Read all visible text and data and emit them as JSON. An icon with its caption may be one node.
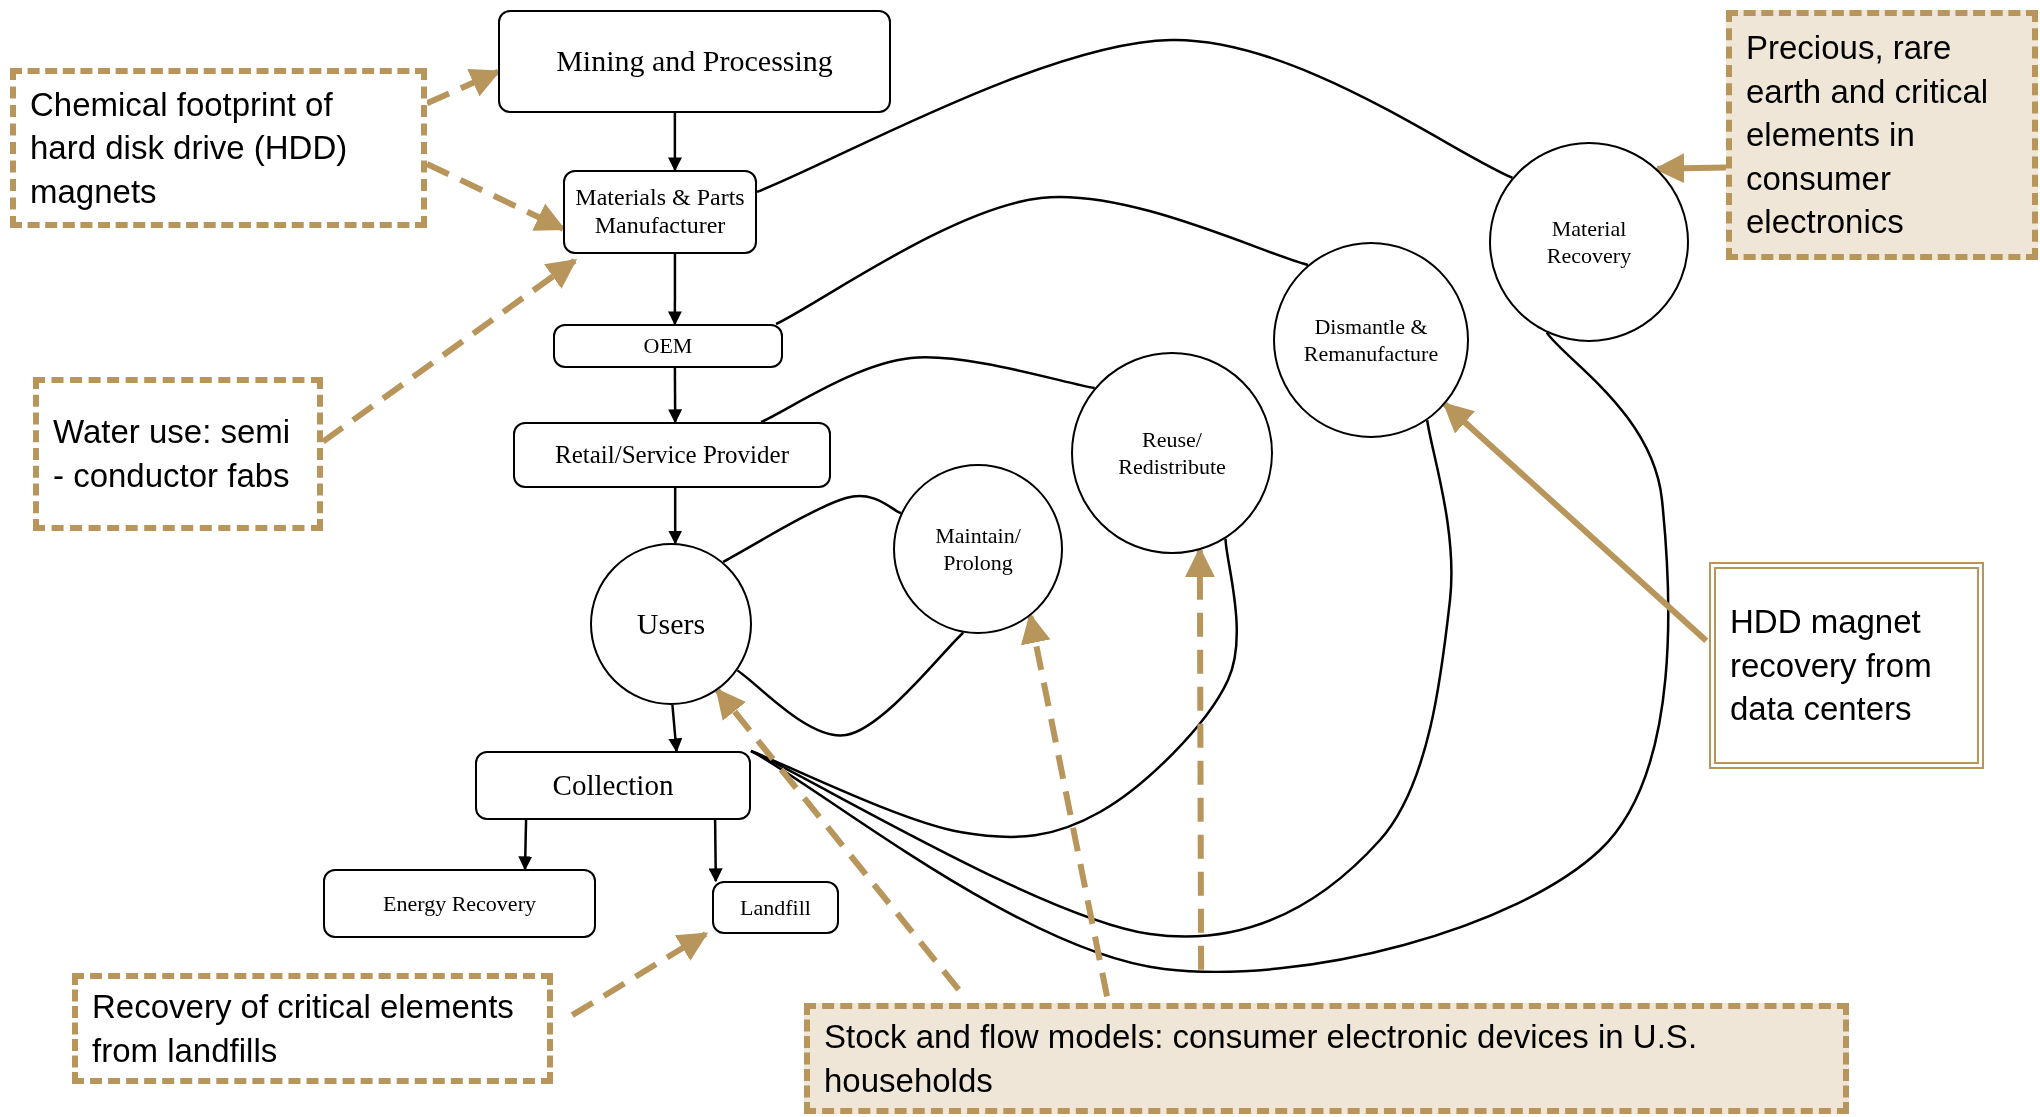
{
  "diagram": {
    "nodes": [
      {
        "text": [
          "Mining and Processing"
        ]
      },
      {
        "text": [
          "Materials & Parts Manufacturer"
        ]
      },
      {
        "text": [
          "OEM"
        ]
      },
      {
        "text": [
          "Retail/Service Provider"
        ]
      },
      {
        "text": [
          "Users"
        ]
      },
      {
        "text": [
          "Collection"
        ]
      },
      {
        "text": [
          "Energy Recovery"
        ]
      },
      {
        "text": [
          "Landfill"
        ]
      },
      {
        "text": [
          "Maintain/ Prolong"
        ]
      },
      {
        "text": [
          "Reuse/ Redistribute"
        ]
      },
      {
        "text": [
          "Dismantle & Remanufacture"
        ]
      },
      {
        "text": [
          "Material Recovery"
        ]
      },
      {
        "text": [
          "Chemical footprint of hard disk drive (HDD) magnets"
        ]
      },
      {
        "text": [
          "Water use: semi - conductor fabs"
        ]
      },
      {
        "text": [
          "Precious, rare earth and critical elements in consumer electronics"
        ]
      },
      {
        "text": [
          "HDD magnet recovery from data centers"
        ]
      },
      {
        "text": [
          "Recovery of critical elements from landfills"
        ]
      },
      {
        "text": [
          "Stock and flow models: consumer electronic devices in U.S. households"
        ]
      }
    ],
    "edges": [
      {
        "from": 0,
        "to": 1,
        "arrow": "to"
      },
      {
        "from": 1,
        "to": 2,
        "arrow": "to"
      },
      {
        "from": 2,
        "to": 3,
        "arrow": "to"
      },
      {
        "from": 3,
        "to": 4,
        "arrow": "to"
      },
      {
        "from": 4,
        "to": 5,
        "arrow": "to"
      },
      {
        "from": 5,
        "to": 6,
        "arrow": "to"
      },
      {
        "from": 5,
        "to": 7,
        "arrow": "to"
      },
      {
        "from": 4,
        "to": 8,
        "arrow": "none"
      },
      {
        "from": 4,
        "to": 8,
        "arrow": "none"
      },
      {
        "from": 3,
        "to": 9,
        "arrow": "none"
      },
      {
        "from": 9,
        "to": 5,
        "arrow": "none"
      },
      {
        "from": 2,
        "to": 10,
        "arrow": "none"
      },
      {
        "from": 10,
        "to": 5,
        "arrow": "none"
      },
      {
        "from": 1,
        "to": 11,
        "arrow": "none"
      },
      {
        "from": 11,
        "to": 5,
        "arrow": "none"
      },
      {
        "from": 12,
        "to": 0,
        "arrow": "to",
        "style": "dashed",
        "color": "#b8955a"
      },
      {
        "from": 12,
        "to": 1,
        "arrow": "to",
        "style": "dashed",
        "color": "#b8955a"
      },
      {
        "from": 13,
        "to": 1,
        "arrow": "to",
        "style": "dashed",
        "color": "#b8955a"
      },
      {
        "from": 14,
        "to": 11,
        "arrow": "to",
        "style": "thick",
        "color": "#b8955a"
      },
      {
        "from": 15,
        "to": 10,
        "arrow": "to",
        "style": "thick",
        "color": "#b8955a"
      },
      {
        "from": 16,
        "to": 7,
        "arrow": "to",
        "style": "dashed",
        "color": "#b8955a"
      },
      {
        "from": 17,
        "to": 4,
        "arrow": "to",
        "style": "dashed",
        "color": "#b8955a"
      },
      {
        "from": 17,
        "to": 8,
        "arrow": "to",
        "style": "dashed",
        "color": "#b8955a"
      },
      {
        "from": 17,
        "to": 9,
        "arrow": "to",
        "style": "dashed",
        "color": "#b8955a"
      }
    ]
  }
}
